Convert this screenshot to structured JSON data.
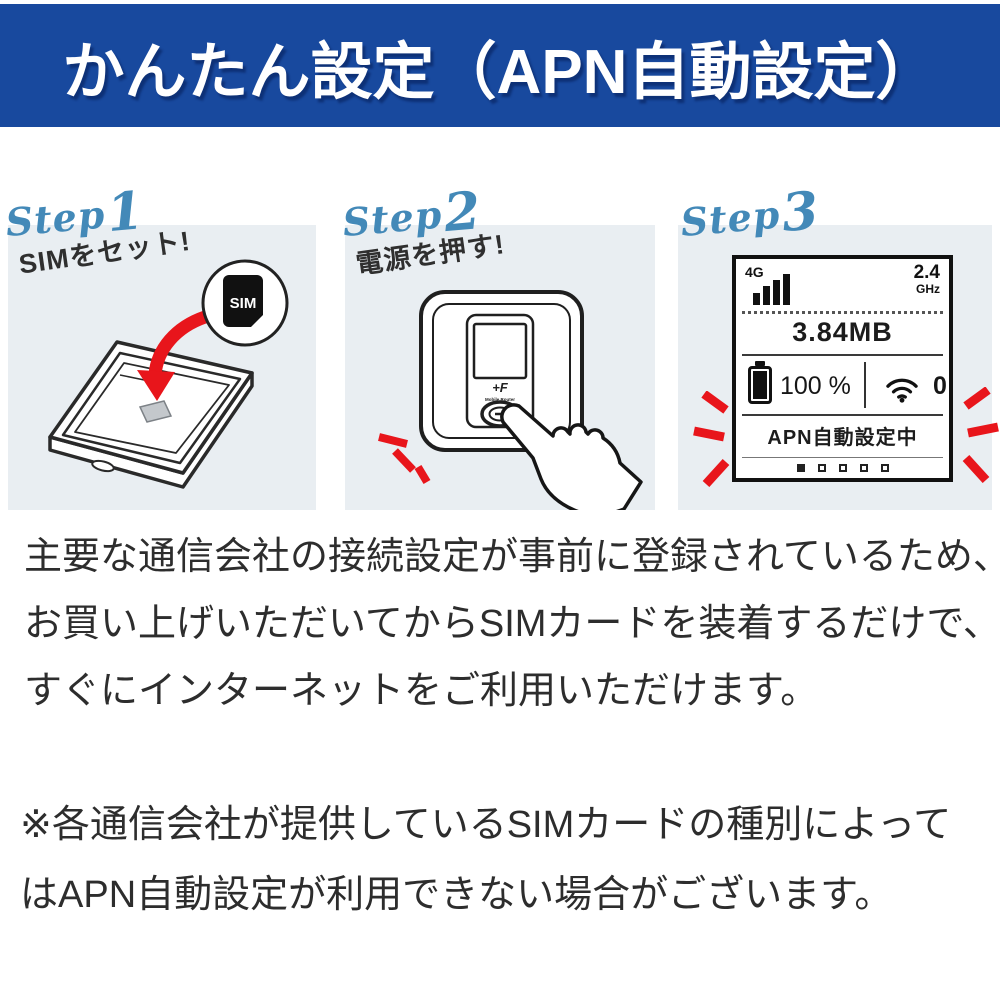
{
  "header": {
    "title": "かんたん設定（APN自動設定）"
  },
  "steps": [
    {
      "prefix": "Step",
      "number": "1",
      "caption": "SIMをセット!"
    },
    {
      "prefix": "Step",
      "number": "2",
      "caption": "電源を押す!"
    },
    {
      "prefix": "Step",
      "number": "3",
      "caption": ""
    }
  ],
  "sim_badge": {
    "label": "SIM"
  },
  "device": {
    "brand_logo": "+F",
    "brand_sub": "Mobile Router"
  },
  "display": {
    "network": "4G",
    "band_value": "2.4",
    "band_unit": "GHz",
    "data_usage": "3.84MB",
    "battery_percent": "100 %",
    "wifi_clients": "0",
    "status_text": "APN自動設定中",
    "page_dot_count": 5
  },
  "paragraph": {
    "lines": [
      "主要な通信会社の接続設定が事前に登録されているため、",
      "お買い上げいただいてからSIMカードを装着するだけで、",
      "すぐにインターネットをご利用いただけます。"
    ]
  },
  "note": {
    "lines": [
      "※各通信会社が提供しているSIMカードの種別によって",
      "はAPN自動設定が利用できない場合がございます。"
    ]
  },
  "colors": {
    "header_bg": "#18499e",
    "step_label_blue": "#4389b8",
    "panel_bg": "#e9eef2",
    "accent_red": "#e8151b",
    "text_dark": "#2d2d2d"
  }
}
